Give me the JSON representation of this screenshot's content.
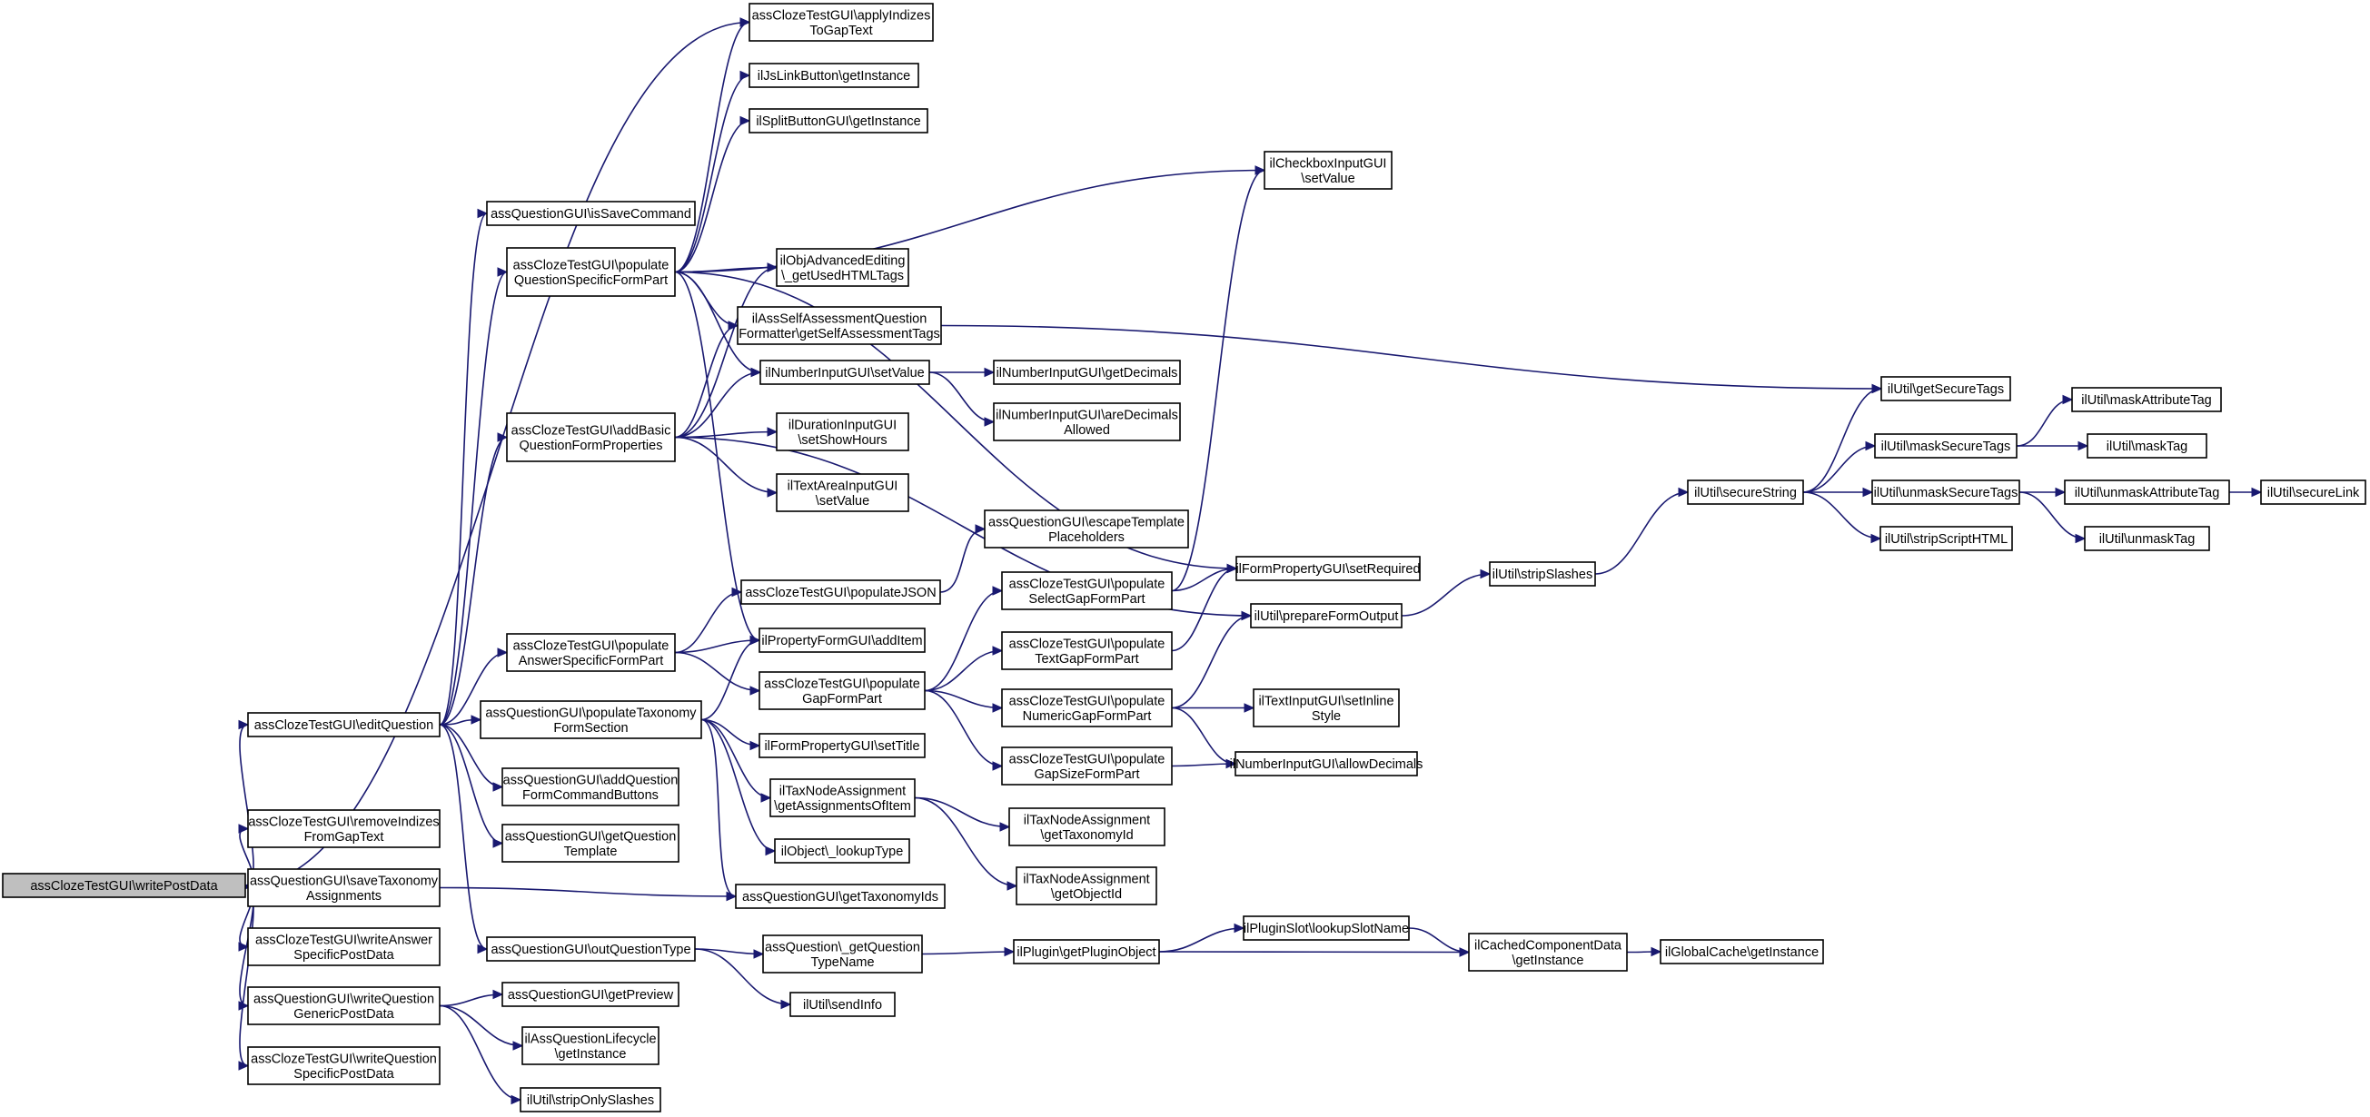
{
  "nodes": [
    {
      "id": "n0",
      "label": [
        "assClozeTestGUI\\writePostData"
      ],
      "root": true
    },
    {
      "id": "n1",
      "label": [
        "assClozeTestGUI\\editQuestion"
      ]
    },
    {
      "id": "n2",
      "label": [
        "assClozeTestGUI\\removeIndizes",
        "FromGapText"
      ]
    },
    {
      "id": "n3",
      "label": [
        "assQuestionGUI\\saveTaxonomy",
        "Assignments"
      ]
    },
    {
      "id": "n4",
      "label": [
        "assClozeTestGUI\\writeAnswer",
        "SpecificPostData"
      ]
    },
    {
      "id": "n5",
      "label": [
        "assQuestionGUI\\writeQuestion",
        "GenericPostData"
      ]
    },
    {
      "id": "n6",
      "label": [
        "assClozeTestGUI\\writeQuestion",
        "SpecificPostData"
      ]
    },
    {
      "id": "n7",
      "label": [
        "assQuestionGUI\\isSaveCommand"
      ]
    },
    {
      "id": "n8",
      "label": [
        "assClozeTestGUI\\populate",
        "QuestionSpecificFormPart"
      ]
    },
    {
      "id": "n9",
      "label": [
        "assClozeTestGUI\\addBasic",
        "QuestionFormProperties"
      ]
    },
    {
      "id": "n10",
      "label": [
        "assClozeTestGUI\\populate",
        "AnswerSpecificFormPart"
      ]
    },
    {
      "id": "n11",
      "label": [
        "assQuestionGUI\\populateTaxonomy",
        "FormSection"
      ]
    },
    {
      "id": "n12",
      "label": [
        "assQuestionGUI\\addQuestion",
        "FormCommandButtons"
      ]
    },
    {
      "id": "n13",
      "label": [
        "assQuestionGUI\\getQuestion",
        "Template"
      ]
    },
    {
      "id": "n14",
      "label": [
        "assQuestionGUI\\outQuestionType"
      ]
    },
    {
      "id": "n15",
      "label": [
        "assClozeTestGUI\\applyIndizes",
        "ToGapText"
      ]
    },
    {
      "id": "n16",
      "label": [
        "ilJsLinkButton\\getInstance"
      ]
    },
    {
      "id": "n17",
      "label": [
        "ilSplitButtonGUI\\getInstance"
      ]
    },
    {
      "id": "n18",
      "label": [
        "ilObjAdvancedEditing",
        "\\_getUsedHTMLTags"
      ]
    },
    {
      "id": "n19",
      "label": [
        "ilAssSelfAssessmentQuestion",
        "Formatter\\getSelfAssessmentTags"
      ]
    },
    {
      "id": "n20",
      "label": [
        "ilNumberInputGUI\\setValue"
      ]
    },
    {
      "id": "n21",
      "label": [
        "ilDurationInputGUI",
        "\\setShowHours"
      ]
    },
    {
      "id": "n22",
      "label": [
        "ilTextAreaInputGUI",
        "\\setValue"
      ]
    },
    {
      "id": "n23",
      "label": [
        "assClozeTestGUI\\populateJSON"
      ]
    },
    {
      "id": "n24",
      "label": [
        "ilPropertyFormGUI\\addItem"
      ]
    },
    {
      "id": "n25",
      "label": [
        "assClozeTestGUI\\populate",
        "GapFormPart"
      ]
    },
    {
      "id": "n26",
      "label": [
        "ilFormPropertyGUI\\setTitle"
      ]
    },
    {
      "id": "n27",
      "label": [
        "ilTaxNodeAssignment",
        "\\getAssignmentsOfItem"
      ]
    },
    {
      "id": "n28",
      "label": [
        "ilObject\\_lookupType"
      ]
    },
    {
      "id": "n29",
      "label": [
        "assQuestionGUI\\getTaxonomyIds"
      ]
    },
    {
      "id": "n30",
      "label": [
        "assQuestionGUI\\getPreview"
      ]
    },
    {
      "id": "n31",
      "label": [
        "ilAssQuestionLifecycle",
        "\\getInstance"
      ]
    },
    {
      "id": "n32",
      "label": [
        "ilUtil\\stripOnlySlashes"
      ]
    },
    {
      "id": "n33",
      "label": [
        "assQuestion\\_getQuestion",
        "TypeName"
      ]
    },
    {
      "id": "n34",
      "label": [
        "ilUtil\\sendInfo"
      ]
    },
    {
      "id": "n35",
      "label": [
        "ilCheckboxInputGUI",
        "\\setValue"
      ]
    },
    {
      "id": "n36",
      "label": [
        "ilNumberInputGUI\\getDecimals"
      ]
    },
    {
      "id": "n37",
      "label": [
        "ilNumberInputGUI\\areDecimals",
        "Allowed"
      ]
    },
    {
      "id": "n38",
      "label": [
        "assQuestionGUI\\escapeTemplate",
        "Placeholders"
      ]
    },
    {
      "id": "n39",
      "label": [
        "assClozeTestGUI\\populate",
        "SelectGapFormPart"
      ]
    },
    {
      "id": "n40",
      "label": [
        "assClozeTestGUI\\populate",
        "TextGapFormPart"
      ]
    },
    {
      "id": "n41",
      "label": [
        "assClozeTestGUI\\populate",
        "NumericGapFormPart"
      ]
    },
    {
      "id": "n42",
      "label": [
        "assClozeTestGUI\\populate",
        "GapSizeFormPart"
      ]
    },
    {
      "id": "n43",
      "label": [
        "ilTaxNodeAssignment",
        "\\getTaxonomyId"
      ]
    },
    {
      "id": "n44",
      "label": [
        "ilTaxNodeAssignment",
        "\\getObjectId"
      ]
    },
    {
      "id": "n45",
      "label": [
        "ilPlugin\\getPluginObject"
      ]
    },
    {
      "id": "n46",
      "label": [
        "ilFormPropertyGUI\\setRequired"
      ]
    },
    {
      "id": "n47",
      "label": [
        "ilUtil\\prepareFormOutput"
      ]
    },
    {
      "id": "n48",
      "label": [
        "ilTextInputGUI\\setInline",
        "Style"
      ]
    },
    {
      "id": "n49",
      "label": [
        "ilNumberInputGUI\\allowDecimals"
      ]
    },
    {
      "id": "n50",
      "label": [
        "ilPluginSlot\\lookupSlotName"
      ]
    },
    {
      "id": "n51",
      "label": [
        "ilCachedComponentData",
        "\\getInstance"
      ]
    },
    {
      "id": "n52",
      "label": [
        "ilUtil\\stripSlashes"
      ]
    },
    {
      "id": "n53",
      "label": [
        "ilUtil\\secureString"
      ]
    },
    {
      "id": "n54",
      "label": [
        "ilUtil\\getSecureTags"
      ]
    },
    {
      "id": "n55",
      "label": [
        "ilUtil\\maskSecureTags"
      ]
    },
    {
      "id": "n56",
      "label": [
        "ilUtil\\unmaskSecureTags"
      ]
    },
    {
      "id": "n57",
      "label": [
        "ilUtil\\stripScriptHTML"
      ]
    },
    {
      "id": "n58",
      "label": [
        "ilGlobalCache\\getInstance"
      ]
    },
    {
      "id": "n59",
      "label": [
        "ilUtil\\maskAttributeTag"
      ]
    },
    {
      "id": "n60",
      "label": [
        "ilUtil\\maskTag"
      ]
    },
    {
      "id": "n61",
      "label": [
        "ilUtil\\unmaskAttributeTag"
      ]
    },
    {
      "id": "n62",
      "label": [
        "ilUtil\\unmaskTag"
      ]
    },
    {
      "id": "n63",
      "label": [
        "ilUtil\\secureLink"
      ]
    }
  ],
  "edges": [
    [
      "n0",
      "n1"
    ],
    [
      "n0",
      "n2"
    ],
    [
      "n0",
      "n3"
    ],
    [
      "n0",
      "n4"
    ],
    [
      "n0",
      "n5"
    ],
    [
      "n0",
      "n6"
    ],
    [
      "n0",
      "n15"
    ],
    [
      "n1",
      "n7"
    ],
    [
      "n1",
      "n8"
    ],
    [
      "n1",
      "n9"
    ],
    [
      "n1",
      "n10"
    ],
    [
      "n1",
      "n11"
    ],
    [
      "n1",
      "n12"
    ],
    [
      "n1",
      "n13"
    ],
    [
      "n1",
      "n14"
    ],
    [
      "n3",
      "n29"
    ],
    [
      "n5",
      "n30"
    ],
    [
      "n5",
      "n31"
    ],
    [
      "n5",
      "n32"
    ],
    [
      "n8",
      "n15"
    ],
    [
      "n8",
      "n16"
    ],
    [
      "n8",
      "n17"
    ],
    [
      "n8",
      "n35"
    ],
    [
      "n8",
      "n18"
    ],
    [
      "n8",
      "n19"
    ],
    [
      "n8",
      "n20"
    ],
    [
      "n8",
      "n24"
    ],
    [
      "n8",
      "n46"
    ],
    [
      "n9",
      "n18"
    ],
    [
      "n9",
      "n19"
    ],
    [
      "n9",
      "n20"
    ],
    [
      "n9",
      "n21"
    ],
    [
      "n9",
      "n22"
    ],
    [
      "n9",
      "n47"
    ],
    [
      "n10",
      "n23"
    ],
    [
      "n10",
      "n24"
    ],
    [
      "n10",
      "n25"
    ],
    [
      "n11",
      "n24"
    ],
    [
      "n11",
      "n26"
    ],
    [
      "n11",
      "n27"
    ],
    [
      "n11",
      "n28"
    ],
    [
      "n11",
      "n29"
    ],
    [
      "n14",
      "n33"
    ],
    [
      "n14",
      "n34"
    ],
    [
      "n19",
      "n54"
    ],
    [
      "n20",
      "n36"
    ],
    [
      "n20",
      "n37"
    ],
    [
      "n23",
      "n38"
    ],
    [
      "n25",
      "n39"
    ],
    [
      "n25",
      "n40"
    ],
    [
      "n25",
      "n41"
    ],
    [
      "n25",
      "n42"
    ],
    [
      "n27",
      "n43"
    ],
    [
      "n27",
      "n44"
    ],
    [
      "n33",
      "n45"
    ],
    [
      "n39",
      "n35"
    ],
    [
      "n39",
      "n46"
    ],
    [
      "n40",
      "n46"
    ],
    [
      "n41",
      "n47"
    ],
    [
      "n41",
      "n48"
    ],
    [
      "n41",
      "n49"
    ],
    [
      "n42",
      "n49"
    ],
    [
      "n45",
      "n50"
    ],
    [
      "n45",
      "n51"
    ],
    [
      "n47",
      "n52"
    ],
    [
      "n50",
      "n51"
    ],
    [
      "n51",
      "n58"
    ],
    [
      "n52",
      "n53"
    ],
    [
      "n53",
      "n54"
    ],
    [
      "n53",
      "n55"
    ],
    [
      "n53",
      "n56"
    ],
    [
      "n53",
      "n57"
    ],
    [
      "n55",
      "n59"
    ],
    [
      "n55",
      "n60"
    ],
    [
      "n56",
      "n61"
    ],
    [
      "n56",
      "n62"
    ],
    [
      "n61",
      "n63"
    ]
  ]
}
